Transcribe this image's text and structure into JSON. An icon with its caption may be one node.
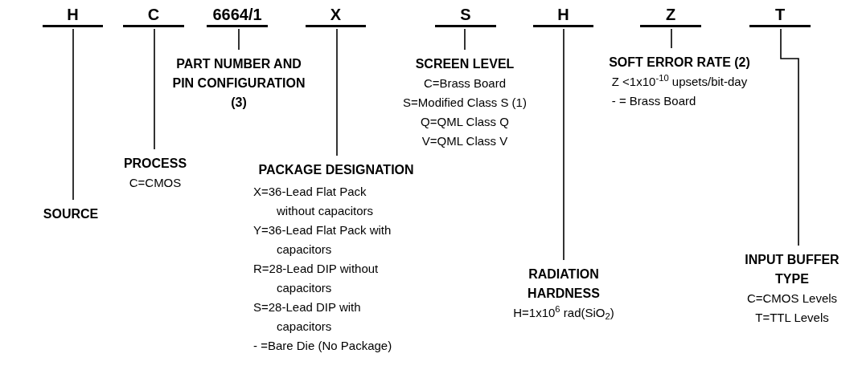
{
  "diagram": {
    "nodes": [
      {
        "text": [
          "H"
        ]
      },
      {
        "text": [
          "C"
        ]
      },
      {
        "text": [
          "6664/1"
        ]
      },
      {
        "text": [
          "X"
        ]
      },
      {
        "text": [
          "S"
        ]
      },
      {
        "text": [
          "H"
        ]
      },
      {
        "text": [
          "Z"
        ]
      },
      {
        "text": [
          "T"
        ]
      },
      {
        "text": [
          "SOURCE"
        ]
      },
      {
        "text": [
          "PROCESS",
          "C=CMOS"
        ]
      },
      {
        "text": [
          "PART NUMBER AND PIN CONFIGURATION (3)"
        ]
      },
      {
        "text": [
          "PACKAGE DESIGNATION",
          "X=36-Lead Flat Pack without capacitors",
          "Y=36-Lead Flat Pack with capacitors",
          "R=28-Lead DIP without capacitors",
          "S=28-Lead DIP with capacitors",
          "- =Bare Die (No Package)"
        ]
      },
      {
        "text": [
          "SCREEN LEVEL",
          "C=Brass Board",
          "S=Modified Class S (1)",
          "Q=QML Class Q",
          "V=QML Class V"
        ]
      },
      {
        "text": [
          "RADIATION HARDNESS",
          "H=1x10$^{6}$ rad(SiO$_{2}$)"
        ]
      },
      {
        "text": [
          "SOFT ERROR RATE (2)",
          "Z <1x10$^{-10}$ upsets/bit-day",
          "- =  Brass Board"
        ]
      },
      {
        "text": [
          "INPUT BUFFER TYPE",
          "C=CMOS Levels",
          "T=TTL Levels"
        ]
      }
    ],
    "edges": [
      {
        "from": 0,
        "to": 8,
        "arrow": "none"
      },
      {
        "from": 1,
        "to": 9,
        "arrow": "none"
      },
      {
        "from": 2,
        "to": 10,
        "arrow": "none"
      },
      {
        "from": 3,
        "to": 11,
        "arrow": "none"
      },
      {
        "from": 4,
        "to": 12,
        "arrow": "none"
      },
      {
        "from": 5,
        "to": 13,
        "arrow": "none"
      },
      {
        "from": 6,
        "to": 14,
        "arrow": "none"
      },
      {
        "from": 7,
        "to": 15,
        "arrow": "none"
      }
    ]
  }
}
